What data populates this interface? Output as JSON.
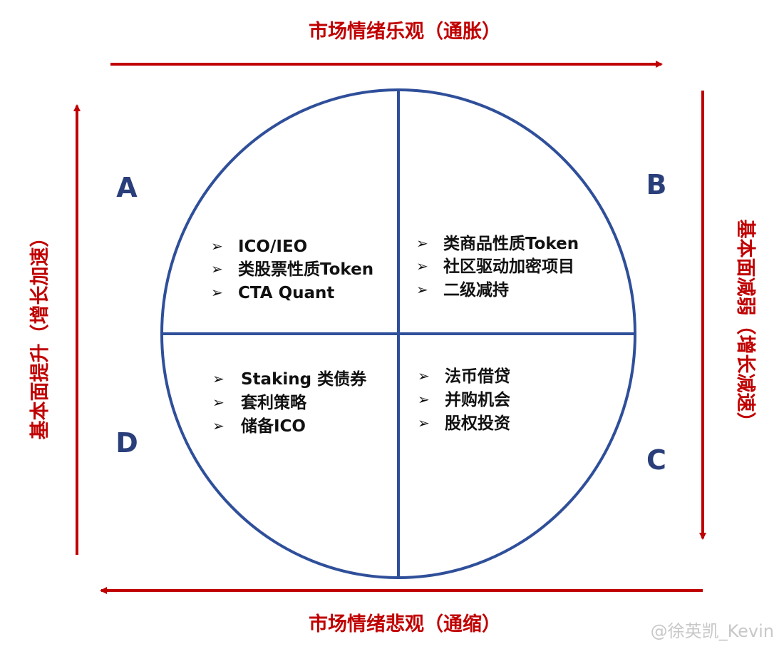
{
  "top_label": "市场情绪乐观（通胀）",
  "bottom_label": "市场情绪悲观（通缩）",
  "left_label": "基本面提升（增长加速）",
  "right_label": "基本面减弱（增长减速）",
  "quadrants": {
    "A": {
      "letter": "A",
      "items": [
        "ICO/IEO",
        "类股票性质Token",
        "CTA Quant"
      ]
    },
    "B": {
      "letter": "B",
      "items": [
        "类商品性质Token",
        "社区驱动加密项目",
        "二级减持"
      ]
    },
    "C": {
      "letter": "C",
      "items": [
        "法币借贷",
        "并购机会",
        "股权投资"
      ]
    },
    "D": {
      "letter": "D",
      "items": [
        "Staking 类债券",
        "套利策略",
        "储备ICO"
      ]
    }
  },
  "bullet_symbol": "➢",
  "watermark": "@徐英凯_Kevin",
  "colors": {
    "arrow": "#c00000",
    "circle": "#2f4f9a",
    "quadrant_letter": "#2a3f7a",
    "text": "#111111"
  }
}
